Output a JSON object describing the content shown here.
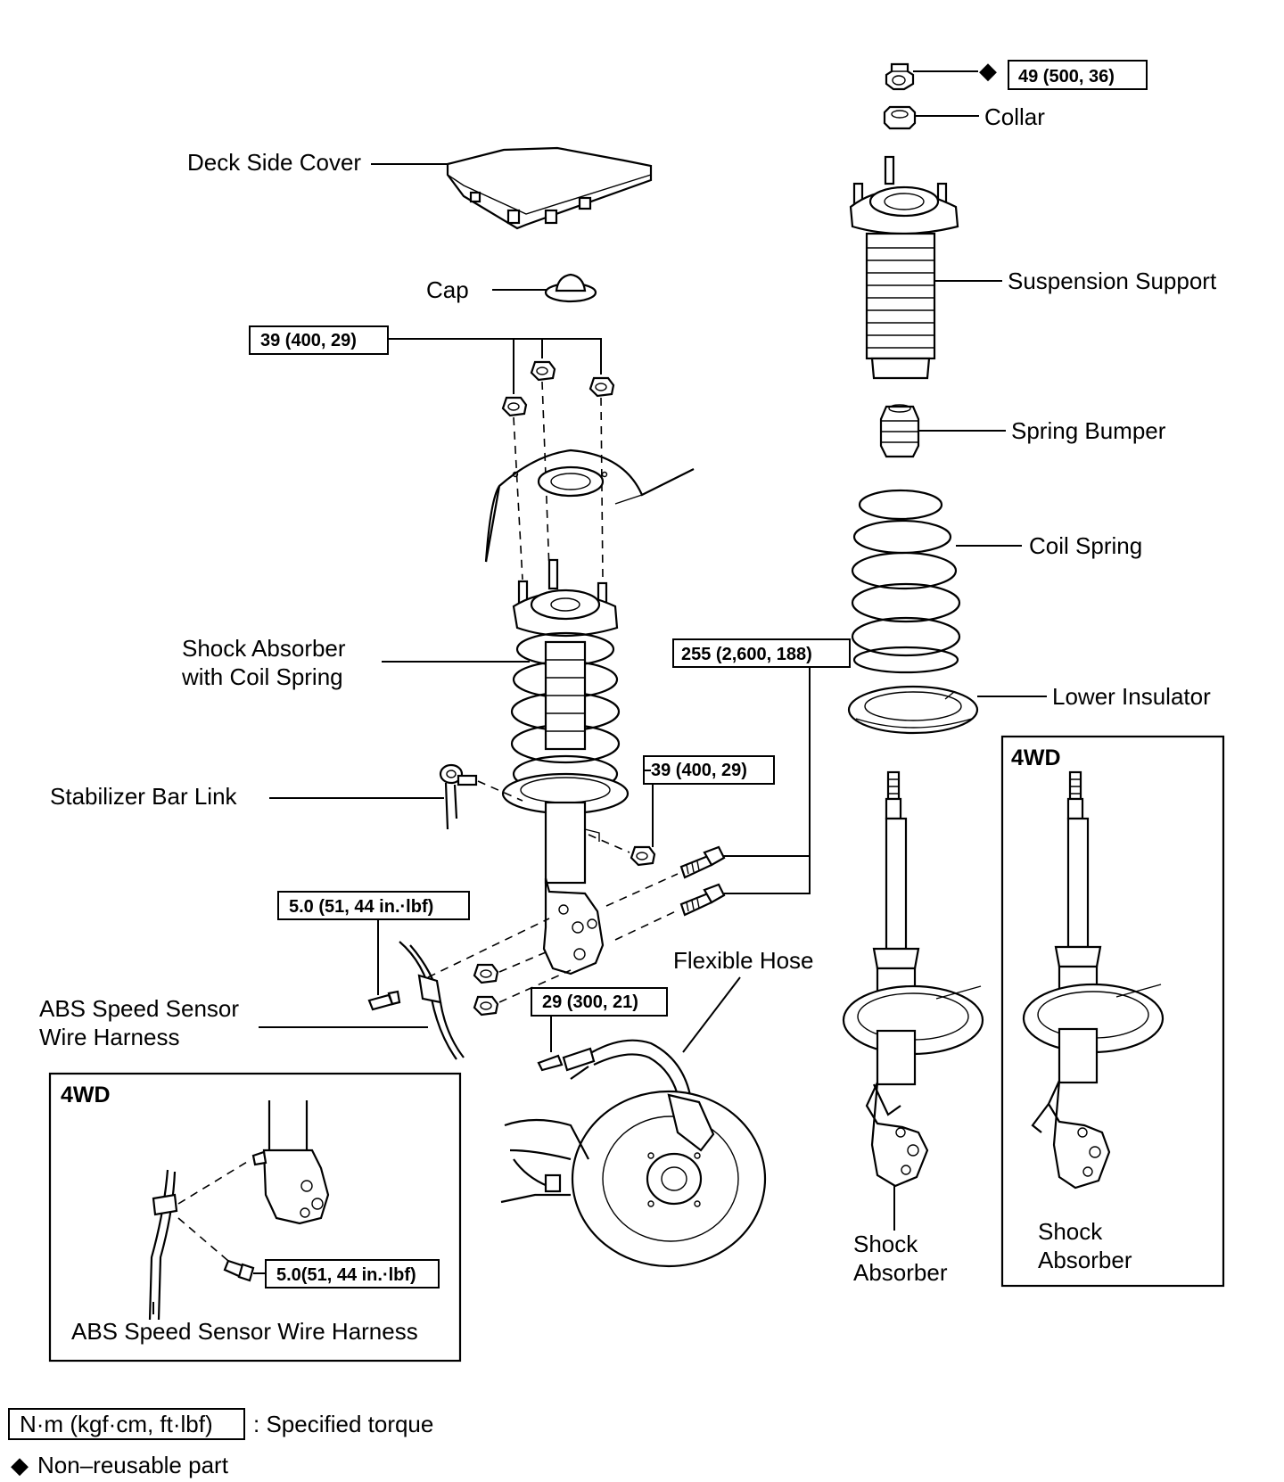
{
  "labels": {
    "deck_side_cover": "Deck Side Cover",
    "cap": "Cap",
    "collar": "Collar",
    "suspension_support": "Suspension Support",
    "spring_bumper": "Spring Bumper",
    "coil_spring": "Coil Spring",
    "lower_insulator": "Lower Insulator",
    "shock_with_spring_line1": "Shock Absorber",
    "shock_with_spring_line2": "with Coil Spring",
    "stabilizer_bar_link": "Stabilizer Bar Link",
    "abs_harness_line1": "ABS Speed Sensor",
    "abs_harness_line2": "Wire Harness",
    "flexible_hose": "Flexible Hose",
    "shock_absorber_line1": "Shock",
    "shock_absorber_line2": "Absorber",
    "shock_absorber_4wd_line1": "Shock",
    "shock_absorber_4wd_line2": "Absorber",
    "inset_abs_harness": "ABS Speed Sensor Wire Harness"
  },
  "torques": {
    "nut_top": "49 (500, 36)",
    "support_nuts": "39 (400, 29)",
    "stabilizer_nut": "39 (400, 29)",
    "knuckle_bolts": "255 (2,600, 188)",
    "harness_bolt": "5.0 (51, 44 in.·lbf)",
    "hose_bolt": "29 (300, 21)",
    "inset_harness_bolt": "5.0(51, 44 in.·lbf)"
  },
  "headings": {
    "inset_4wd_left": "4WD",
    "inset_4wd_right": "4WD"
  },
  "legend": {
    "torque_unit": "N·m (kgf·cm, ft·lbf)",
    "torque_desc": ":  Specified torque",
    "nonreusable": "Non–reusable part",
    "nonreusable_symbol": "◆"
  },
  "symbols": {
    "nonreusable_marker": "◆"
  }
}
